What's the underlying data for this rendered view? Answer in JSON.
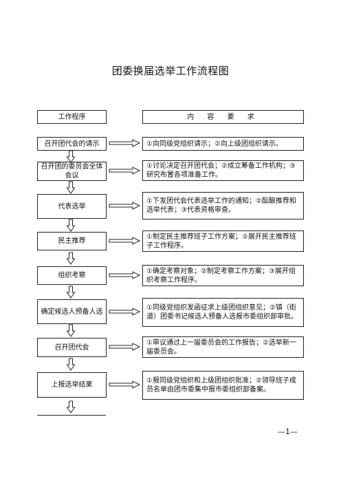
{
  "title": "团委换届选举工作流程图",
  "headers": {
    "left": "工作程序",
    "right": "内 容 要 求"
  },
  "rows": [
    {
      "step": "召开团代会的请示",
      "content": "①向同级党组织请示；②向上级团组织请示。"
    },
    {
      "step": "召开团的委员会全体会议",
      "content": "①讨论决定召开团代会；②成立筹备工作机构；③研究布置各项准备工作。"
    },
    {
      "step": "代表选举",
      "content": "①下发团代会代表选举工作的通知；②酝酿推荐和选举代表；③代表资格审查。"
    },
    {
      "step": "民主推荐",
      "content": "①制定民主推荐班子工作方案；②展开民主推荐班子工作程序。"
    },
    {
      "step": "组织考察",
      "content": "①确定考察对象；②制定考察工作方案；③展开组织考察工作程序。"
    },
    {
      "step": "确定候选人预备人选",
      "content": "①同级党组织发函征求上级团组织意见；②镇（街道）团委书记候选人预备人选报市委组织部审批。"
    },
    {
      "step": "召开团代会",
      "content": "①审议通过上一届委员会的工作报告；②选举新一届委员会。"
    },
    {
      "step": "上报选举结果",
      "content": "①报同级党组织和上级团组织批准；②领导班子成员名单由团市委集中报市委组织部备案。"
    }
  ],
  "page_number": "—1—"
}
